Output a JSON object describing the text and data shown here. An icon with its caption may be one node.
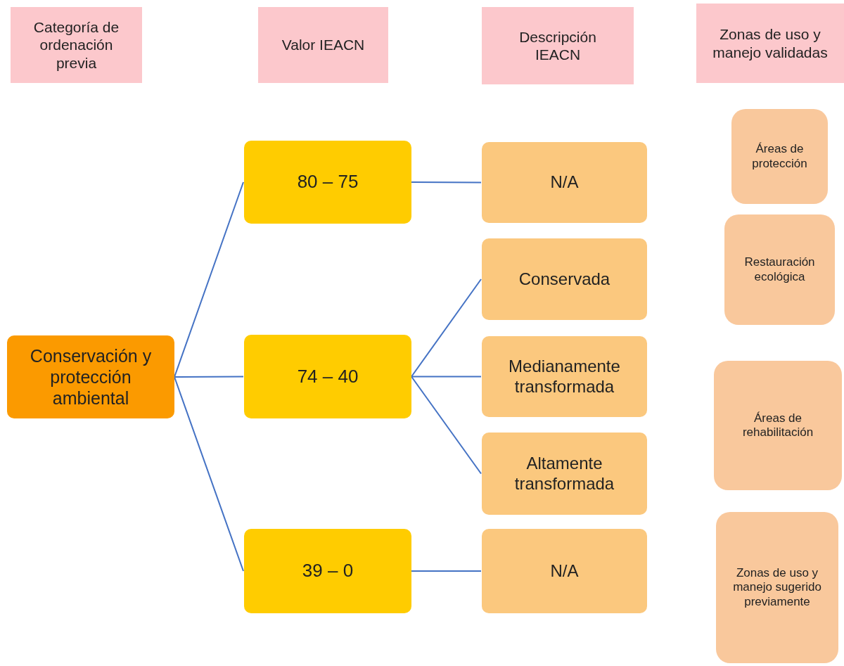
{
  "diagram": {
    "nodes": [
      {
        "text": [
          "Categoría de ordenación previa"
        ]
      },
      {
        "text": [
          "Valor IEACN"
        ]
      },
      {
        "text": [
          "Descripción IEACN"
        ]
      },
      {
        "text": [
          "Zonas de uso y manejo validadas"
        ]
      },
      {
        "text": [
          "Conservación y protección ambiental"
        ]
      },
      {
        "text": [
          "80 – 75"
        ]
      },
      {
        "text": [
          "74 – 40"
        ]
      },
      {
        "text": [
          "39 – 0"
        ]
      },
      {
        "text": [
          "N/A"
        ]
      },
      {
        "text": [
          "Conservada"
        ]
      },
      {
        "text": [
          "Medianamente transformada"
        ]
      },
      {
        "text": [
          "Altamente transformada"
        ]
      },
      {
        "text": [
          "N/A"
        ]
      },
      {
        "text": [
          "Áreas de protección"
        ]
      },
      {
        "text": [
          "Restauración ecológica"
        ]
      },
      {
        "text": [
          "Áreas de rehabilitación"
        ]
      },
      {
        "text": [
          "Zonas de uso y manejo sugerido previamente"
        ]
      }
    ],
    "edges": [
      {
        "from": 4,
        "to": 5,
        "arrow": "none"
      },
      {
        "from": 4,
        "to": 6,
        "arrow": "none"
      },
      {
        "from": 4,
        "to": 7,
        "arrow": "none"
      },
      {
        "from": 5,
        "to": 8,
        "arrow": "none"
      },
      {
        "from": 6,
        "to": 9,
        "arrow": "none"
      },
      {
        "from": 6,
        "to": 10,
        "arrow": "none"
      },
      {
        "from": 6,
        "to": 11,
        "arrow": "none"
      },
      {
        "from": 7,
        "to": 12,
        "arrow": "none"
      }
    ]
  }
}
